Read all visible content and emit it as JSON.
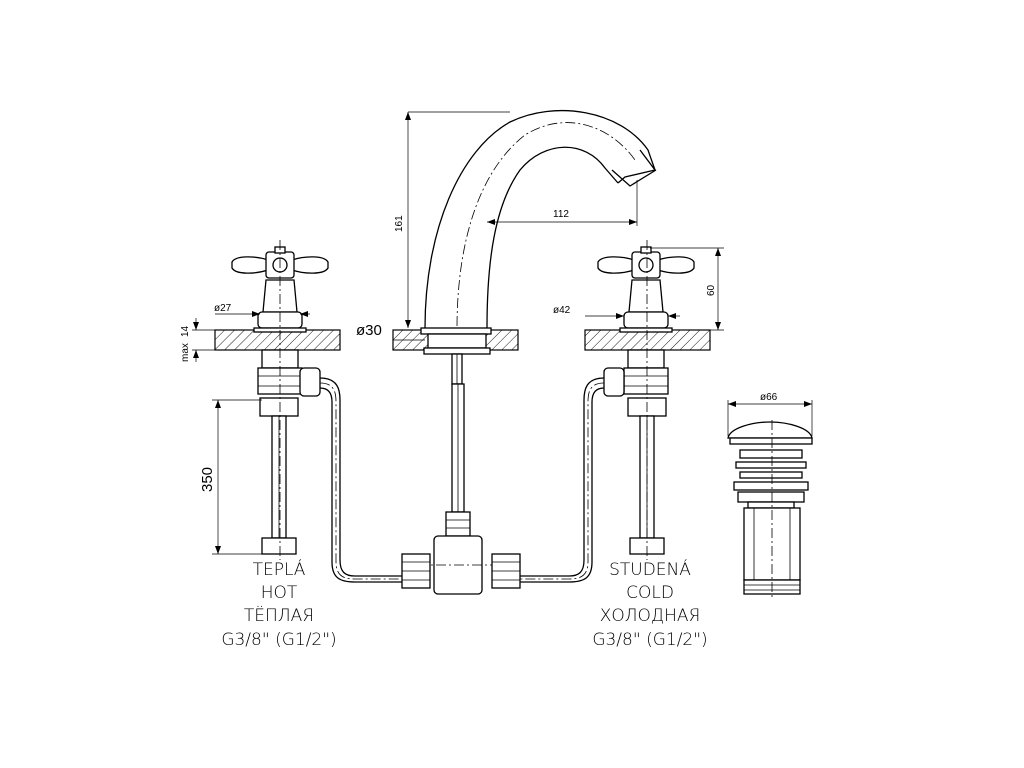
{
  "dimensions": {
    "spout_height": "161",
    "spout_reach": "112",
    "handle_height": "60",
    "hot_flange_diameter": "ø27",
    "cold_flange_diameter": "ø42",
    "spout_base_diameter": "ø30",
    "waste_diameter": "ø66",
    "max_thickness_value": "14",
    "max_thickness_prefix": "max",
    "hose_length": "350"
  },
  "labels": {
    "hot": {
      "line1": "TEPLÁ",
      "line2": "HOT",
      "line3": "ТЁПЛАЯ",
      "line4": "G3/8\"  (G1/2\")"
    },
    "cold": {
      "line1": "STUDENÁ",
      "line2": "COLD",
      "line3": "ХОЛОДНАЯ",
      "line4": "G3/8\"  (G1/2\")"
    }
  }
}
